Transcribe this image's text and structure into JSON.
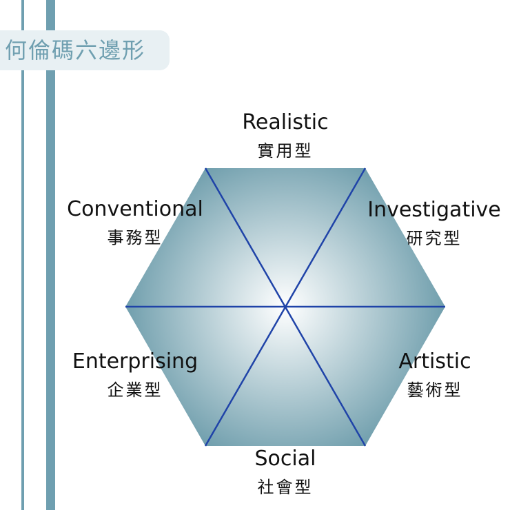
{
  "title": "何倫碼六邊形",
  "colors": {
    "rail": "#6f9fb0",
    "title_tab_bg": "#e8f0f3",
    "hex_center": "#ffffff",
    "hex_edge": "#5f93a3",
    "spokes": "#1f43a8"
  },
  "types": [
    {
      "key": "realistic",
      "name_en": "Realistic",
      "name_zh": "實用型"
    },
    {
      "key": "investigative",
      "name_en": "Investigative",
      "name_zh": "研究型"
    },
    {
      "key": "artistic",
      "name_en": "Artistic",
      "name_zh": "藝術型"
    },
    {
      "key": "social",
      "name_en": "Social",
      "name_zh": "社會型"
    },
    {
      "key": "enterprising",
      "name_en": "Enterprising",
      "name_zh": "企業型"
    },
    {
      "key": "conventional",
      "name_en": "Conventional",
      "name_zh": "事務型"
    }
  ]
}
